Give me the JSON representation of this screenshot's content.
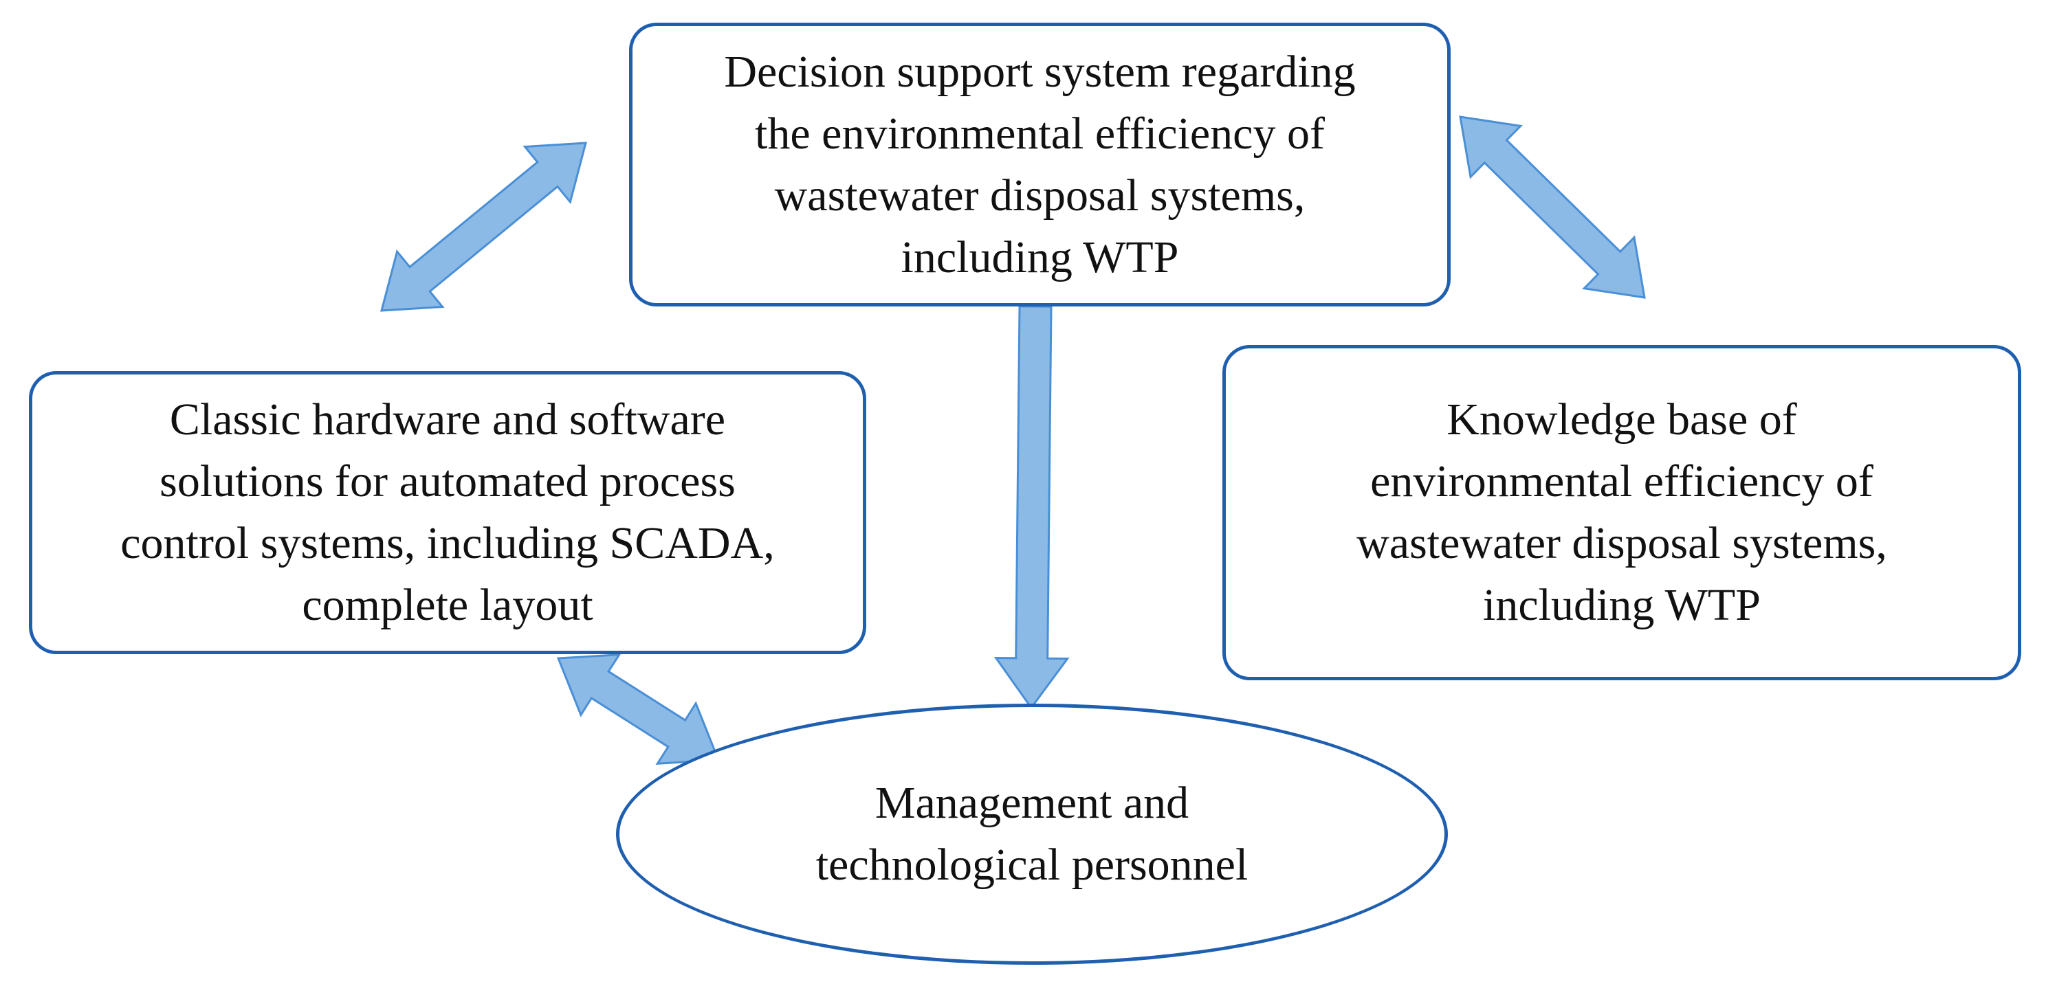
{
  "diagram": {
    "nodes": {
      "decision_support": "Decision support system regarding\nthe environmental efficiency of\nwastewater disposal  systems,\nincluding WTP",
      "classic_solutions": "Classic hardware and software\nsolutions for automated process\ncontrol systems, including SCADA,\ncomplete layout",
      "knowledge_base": "Knowledge base of\nenvironmental efficiency of\nwastewater disposal systems,\nincluding WTP",
      "personnel": "Management and\ntechnological personnel"
    },
    "connections": [
      {
        "from": "decision_support",
        "to": "classic_solutions",
        "type": "bidirectional"
      },
      {
        "from": "decision_support",
        "to": "knowledge_base",
        "type": "bidirectional"
      },
      {
        "from": "decision_support",
        "to": "personnel",
        "type": "unidirectional"
      },
      {
        "from": "classic_solutions",
        "to": "personnel",
        "type": "bidirectional"
      }
    ],
    "colors": {
      "box_border": "#1f5fb0",
      "arrow_fill": "#8bbae6",
      "arrow_stroke": "#4a8fd6"
    }
  }
}
